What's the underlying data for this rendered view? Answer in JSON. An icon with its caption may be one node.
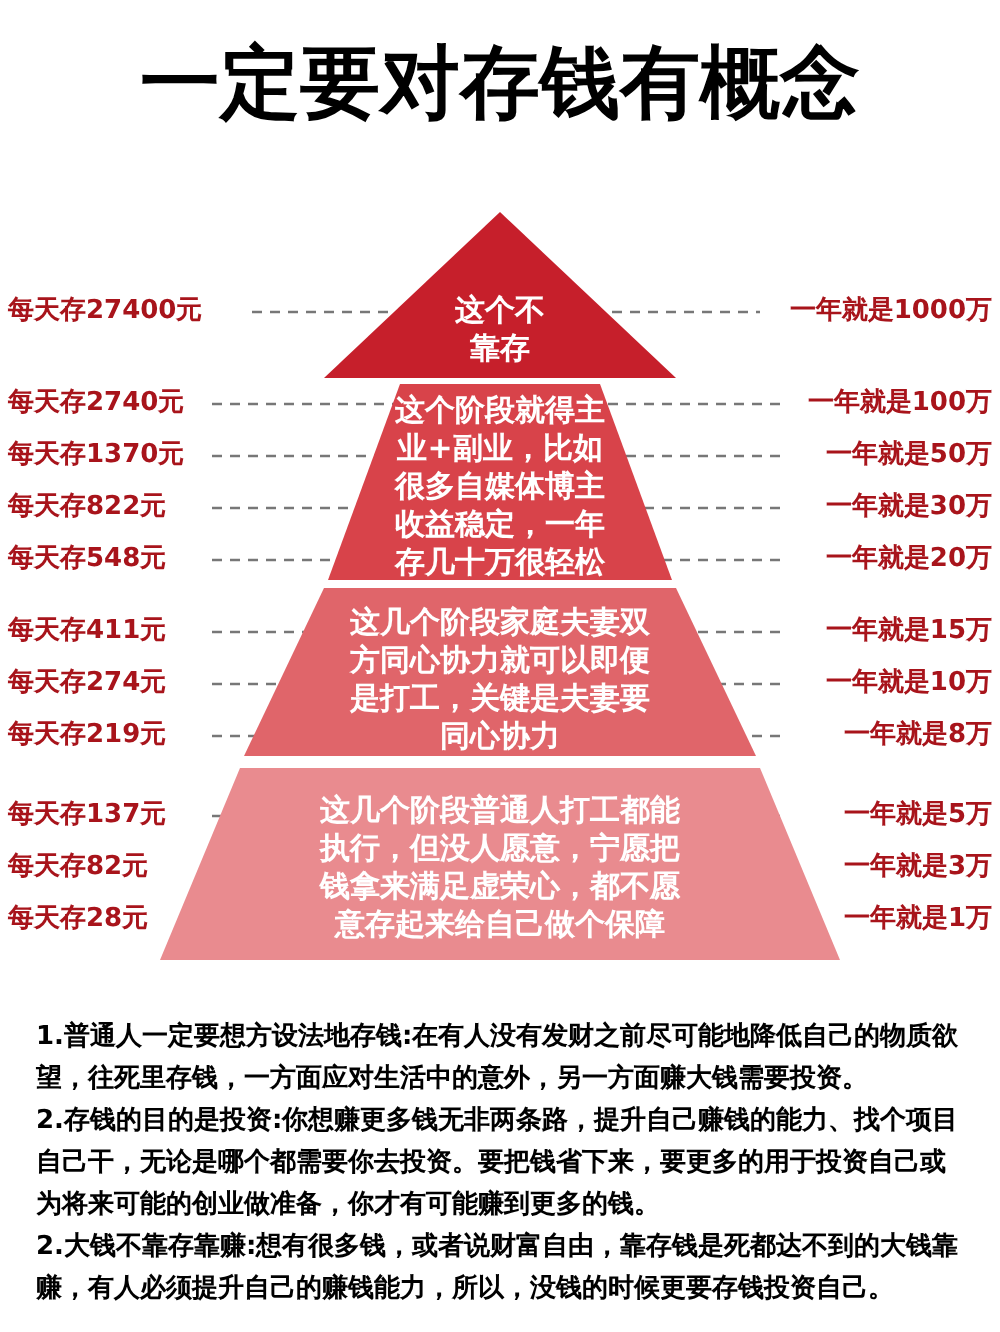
{
  "diagram": {
    "title": "一定要对**存钱**有概念",
    "nodes": [
      {
        "text": [
          "这个不靠存"
        ]
      },
      {
        "text": [
          "这个阶段就得主业+副业，比如很多自媒体博主收益稳定，一年存几十万很轻松"
        ]
      },
      {
        "text": [
          "这几个阶段家庭夫妻双方同心协力就可以即便是打工，关键是夫妻要同心协力"
        ]
      },
      {
        "text": [
          "这几个阶段普通人打工都能执行，但没人愿意，宁愿把钱拿来满足虚荣心，都不愿意存起来给自己做个保障"
        ]
      }
    ],
    "edges": [],
    "labels": [
      "每天存27400元",
      "一年就是1000万",
      "每天存2740元",
      "一年就是100万",
      "每天存1370元",
      "一年就是50万",
      "每天存822元",
      "一年就是30万",
      "每天存548元",
      "一年就是20万",
      "每天存411元",
      "一年就是15万",
      "每天存274元",
      "一年就是10万",
      "每天存219元",
      "一年就是8万",
      "每天存137元",
      "一年就是5万",
      "每天存82元",
      "一年就是3万",
      "每天存28元",
      "一年就是1万",
      "1.**普通人一定要想方设法地存钱**:在有人没有发财之前尽可能地降低自己的物质欲望，往死里存钱，一方面应对生活中的意外，另一方面赚大钱需要投资。",
      "2.**存钱的目的是投资**:你想赚更多钱无非两条路，提升自己赚钱的能力、找个项目自己干，无论是哪个都需要你去投资。要把钱省下来，要更多的用于投资自己或为将来可能的创业做准备，你才有可能赚到更多的钱。",
      "2.**大钱不靠存靠赚**:想有很多钱，或者说财富自由，靠存钱是死都达不到的大钱靠赚，有人必须提升自己的赚钱能力，所以，没钱的时候更要存钱投资自己。"
    ]
  }
}
